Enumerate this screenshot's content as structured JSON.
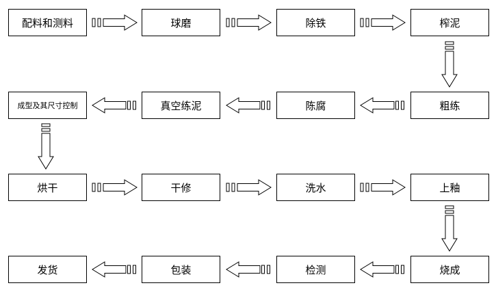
{
  "diagram": {
    "rows": [
      {
        "direction": "right",
        "steps": [
          "配料和测料",
          "球磨",
          "除铁",
          "榨泥"
        ]
      },
      {
        "direction": "left",
        "steps": [
          "粗练",
          "陈腐",
          "真空练泥",
          "成型及其尺寸控制"
        ]
      },
      {
        "direction": "right",
        "steps": [
          "烘干",
          "干修",
          "洗水",
          "上釉"
        ]
      },
      {
        "direction": "left",
        "steps": [
          "烧成",
          "检测",
          "包装",
          "发货"
        ]
      }
    ],
    "colors": {
      "stroke": "#000000",
      "fill": "#ffffff",
      "text": "#000000"
    }
  }
}
